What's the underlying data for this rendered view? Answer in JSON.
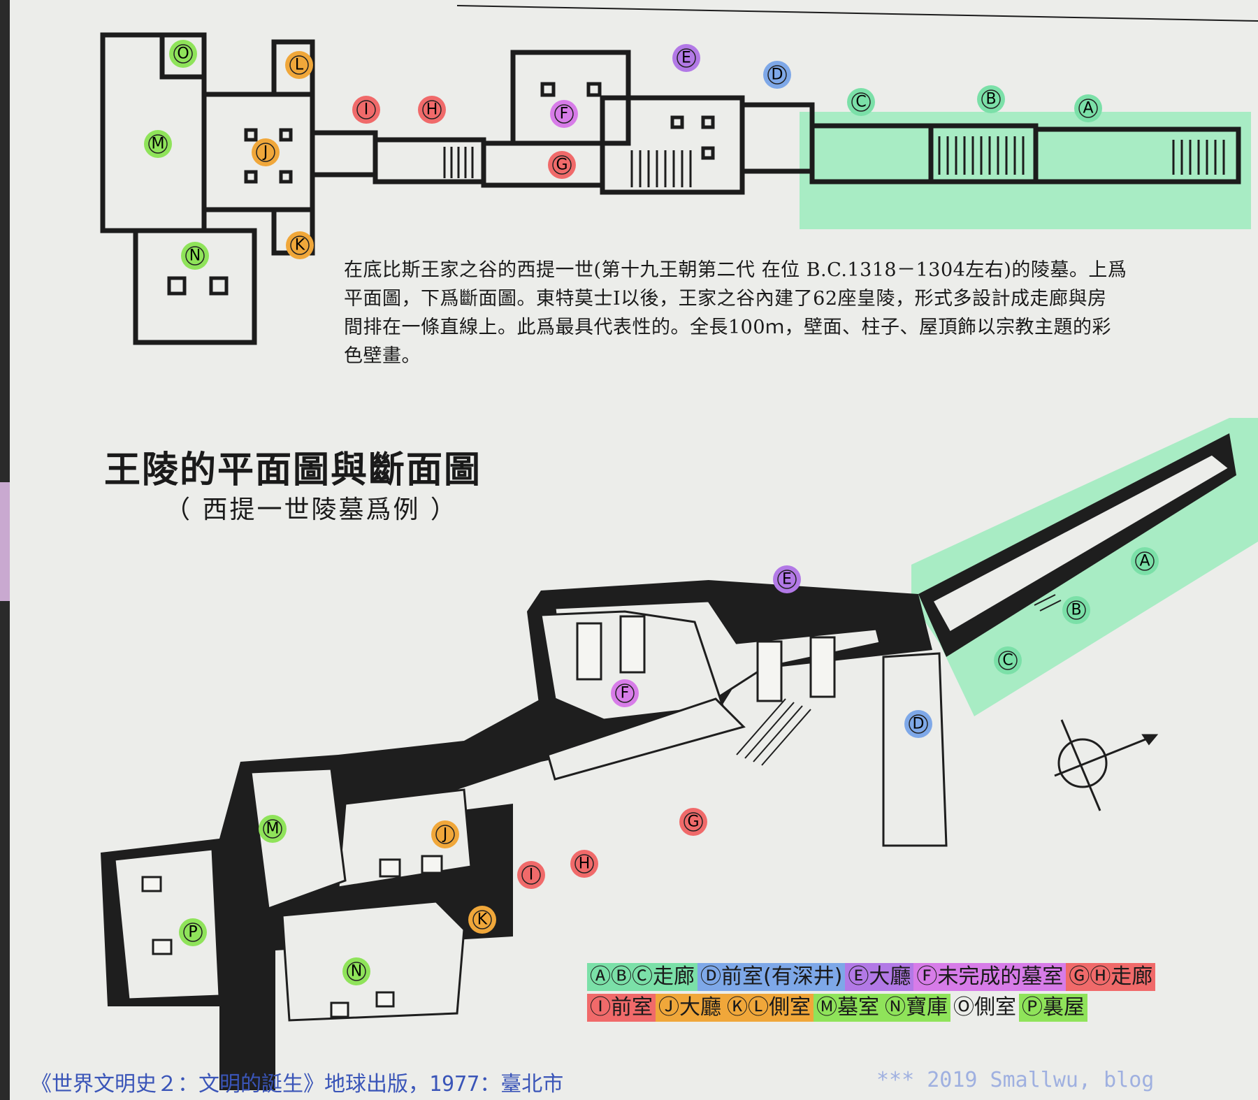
{
  "description": {
    "lines": [
      "在底比斯王家之谷的西提一世(第十九王朝第二代  在位 B.C.1318－1304左右)的陵墓。上爲",
      "平面圖，下爲斷面圖。東特莫士Ⅰ以後，王家之谷內建了62座皇陵，形式多設計成走廊與房",
      "間排在一條直線上。此爲最具代表性的。全長100ｍ，壁面、柱子、屋頂飾以宗教主題的彩",
      "色壁畫。"
    ]
  },
  "title": "王陵的平面圖與斷面圖",
  "subtitle": "（ 西提一世陵墓爲例 ）",
  "plan_markers": [
    "O",
    "L",
    "E",
    "D",
    "C",
    "B",
    "A",
    "I",
    "H",
    "F",
    "M",
    "J",
    "G",
    "N",
    "K"
  ],
  "section_markers": [
    "E",
    "A",
    "B",
    "C",
    "F",
    "D",
    "G",
    "M",
    "J",
    "H",
    "I",
    "P",
    "K",
    "N"
  ],
  "colors": {
    "corridor_green": "#7be0a8",
    "antechamber_blue": "#7ea8e8",
    "hall_purple": "#b279e6",
    "unfinished_magenta": "#d77ce8",
    "corridor_red": "#f06a6a",
    "side_orange": "#f0a73a",
    "tomb_green": "#8fe35a",
    "wash_green": "#a8ecc4"
  },
  "legend": {
    "row1": [
      {
        "text": "ⒶⒷⒸ走廊",
        "color": "#7be0a8"
      },
      {
        "text": "Ⓓ前室(有深井)",
        "color": "#7ea8e8"
      },
      {
        "text": "Ⓔ大廳",
        "color": "#b279e6"
      },
      {
        "text": "Ⓕ未完成的墓室",
        "color": "#d77ce8"
      },
      {
        "text": "ⒼⒽ走廊",
        "color": "#f06a6a"
      }
    ],
    "row2": [
      {
        "text": "Ⓘ前室",
        "color": "#f06a6a"
      },
      {
        "text": "Ⓙ大廳",
        "color": "#f0a73a"
      },
      {
        "text": "ⓀⓁ側室",
        "color": "#f0a73a"
      },
      {
        "text": "Ⓜ墓室",
        "color": "#8fe35a"
      },
      {
        "text": "Ⓝ寶庫",
        "color": "#8fe35a"
      },
      {
        "text": "Ⓞ側室",
        "color": ""
      },
      {
        "text": "Ⓟ裏屋",
        "color": "#8fe35a"
      }
    ]
  },
  "footer": {
    "citation": "《世界文明史２：文明的誕生》地球出版，1977：臺北市",
    "credit": "*** 2019 Smallwu, blog"
  }
}
